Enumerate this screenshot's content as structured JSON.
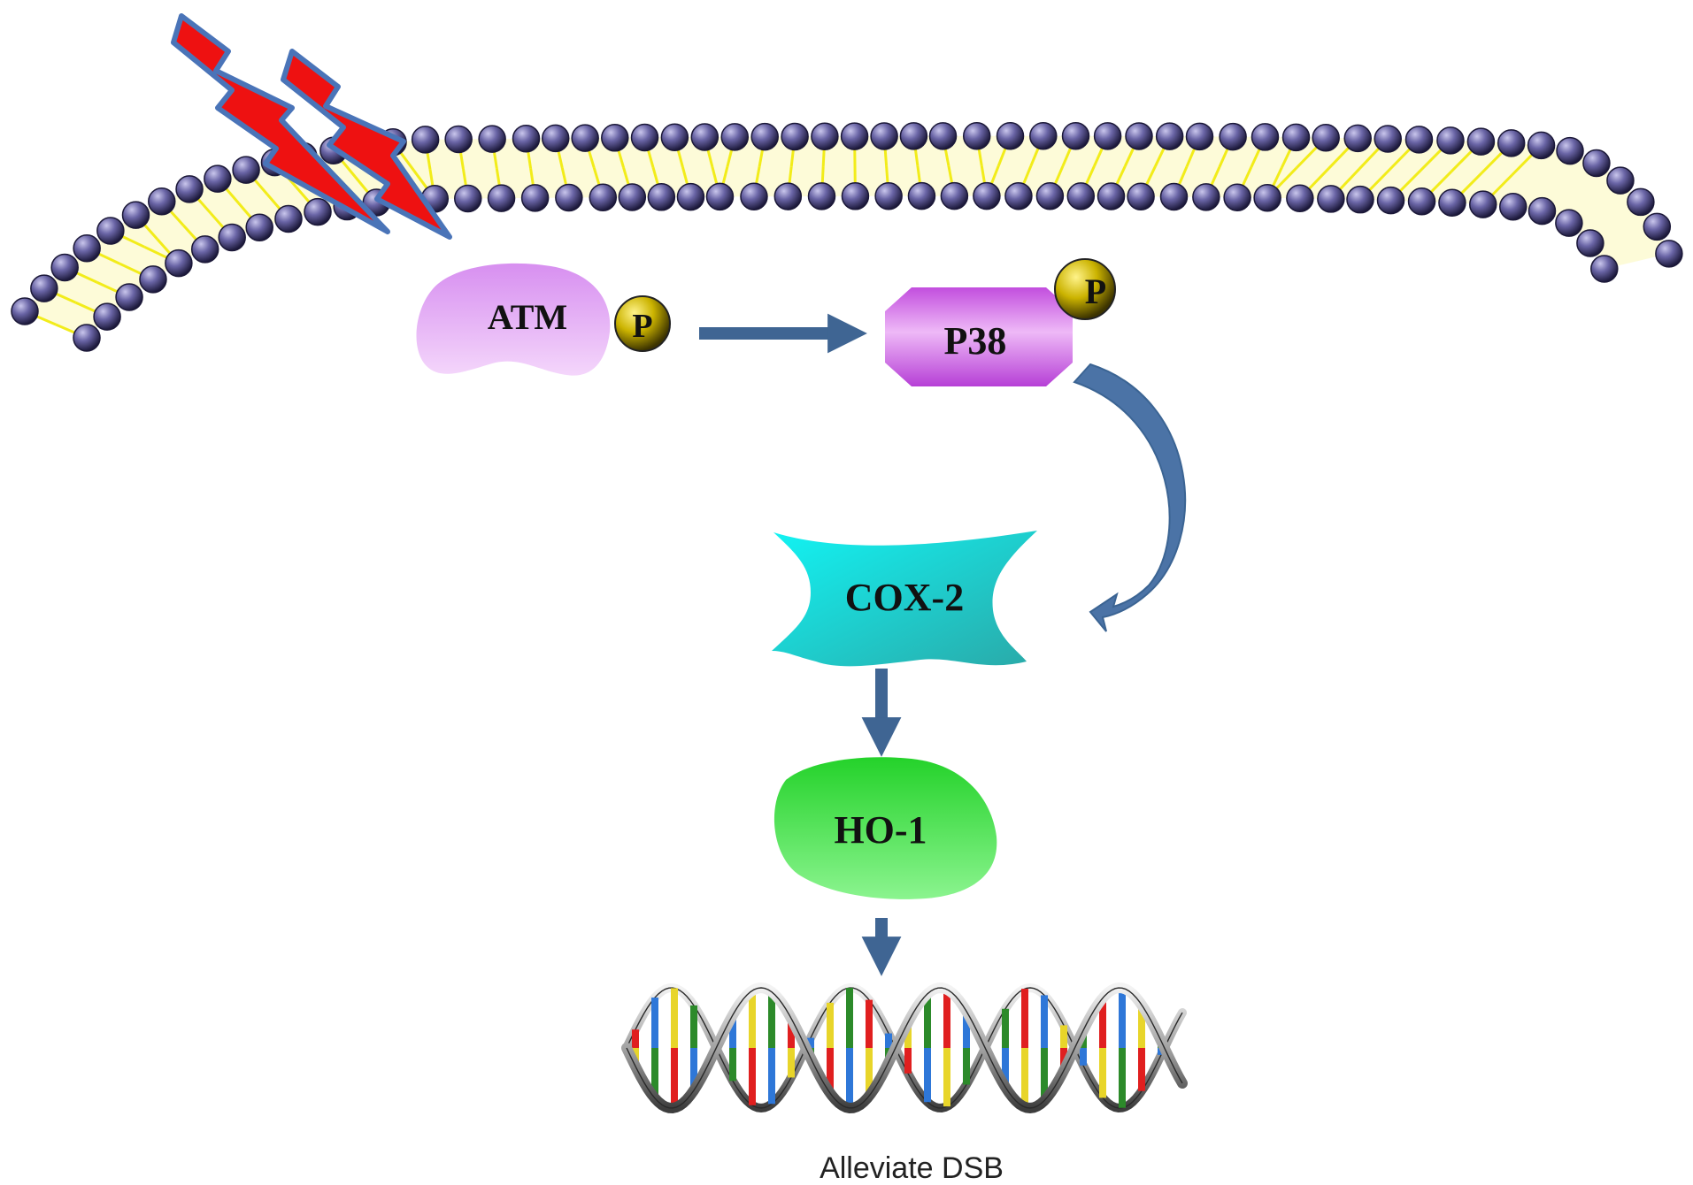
{
  "nodes": {
    "atm": {
      "label": "ATM",
      "phospho_label": "P"
    },
    "p38": {
      "label": "P38",
      "phospho_label": "P"
    },
    "cox2": {
      "label": "COX-2"
    },
    "ho1": {
      "label": "HO-1"
    }
  },
  "dna": {
    "caption": "Alleviate DSB"
  },
  "colors": {
    "membrane_head": "#5b5690",
    "membrane_tail": "#f2ec1a",
    "lightning": "#ee1111",
    "lightning_outline": "#4a74b8",
    "arrow": "#3f6593",
    "atm": "#dd9cf0",
    "p38": "#d06ae4",
    "cox2": "#2ed5d4",
    "ho1": "#52e05a",
    "phospho": "#d8c400",
    "dna_base_colors": [
      "#e01f1f",
      "#2e77d8",
      "#e8d52a",
      "#2c8a2a"
    ]
  }
}
